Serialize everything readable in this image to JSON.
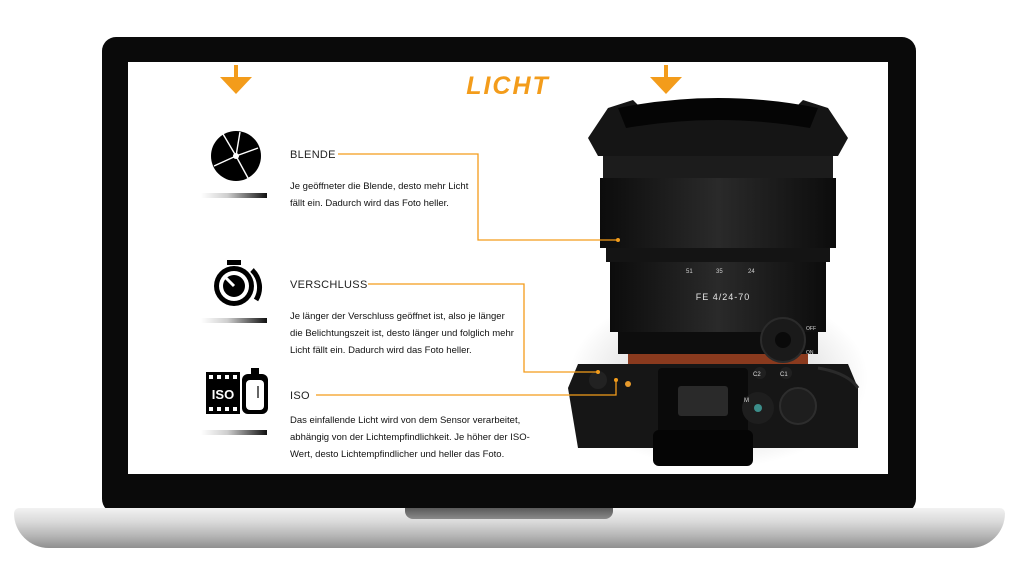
{
  "page": {
    "title": "LICHT"
  },
  "sections": [
    {
      "key": "blende",
      "label": "BLENDE",
      "text": [
        "Je geöffneter die Blende, desto mehr Licht",
        "fällt ein. Dadurch wird das Foto heller."
      ]
    },
    {
      "key": "verschluss",
      "label": "VERSCHLUSS",
      "text": [
        "Je länger der Verschluss geöffnet ist, also je länger",
        "die Belichtungszeit ist, desto länger und folglich mehr",
        "Licht fällt ein. Dadurch wird das Foto heller."
      ]
    },
    {
      "key": "iso",
      "label": "ISO",
      "text": [
        "Das einfallende Licht wird von dem Sensor verarbeitet,",
        "abhängig von der  Lichtempfindlichkeit. Je höher der ISO-",
        "Wert, desto Lichtempfindlicher und heller das Foto."
      ]
    }
  ],
  "icons": {
    "blende": "aperture-icon",
    "verschluss": "stopwatch-icon",
    "iso": "iso-film-icon"
  },
  "colors": {
    "accent": "#f39c1b",
    "laptop_bezel": "#0a0a0a",
    "text": "#111111"
  },
  "camera": {
    "lens_marking": "FE 4/24-70",
    "focal_marks": [
      "51",
      "35",
      "24"
    ],
    "dial_labels": [
      "M",
      "C2",
      "C1",
      "OFF",
      "ON"
    ]
  }
}
